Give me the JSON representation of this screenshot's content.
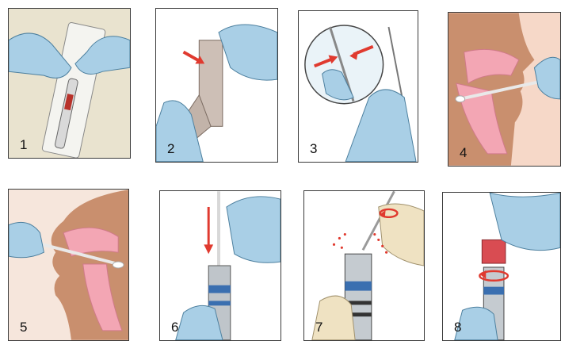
{
  "steps": [
    {
      "number": "1"
    },
    {
      "number": "2"
    },
    {
      "number": "3"
    },
    {
      "number": "4"
    },
    {
      "number": "5"
    },
    {
      "number": "6"
    },
    {
      "number": "7"
    },
    {
      "number": "8"
    }
  ],
  "colors": {
    "glove": "#a9cfe6",
    "glove_outline": "#4c7f9e",
    "arrow": "#e03a2f",
    "skin": "#c98f6e",
    "tissue": "#f3a6b4",
    "panel_border": "#3a3a3a"
  }
}
